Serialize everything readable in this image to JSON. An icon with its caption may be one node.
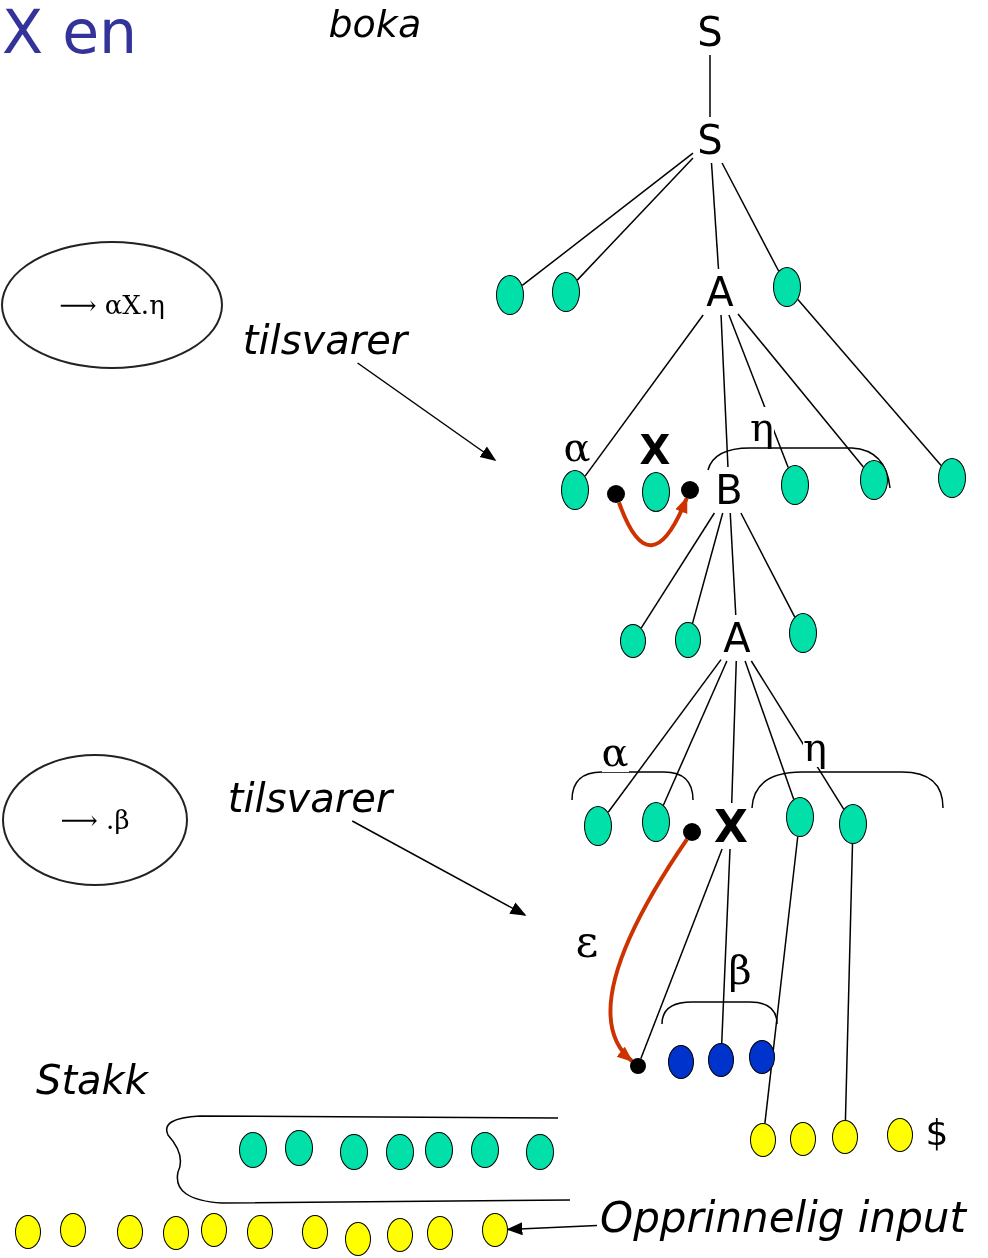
{
  "diagram": {
    "title": "X en",
    "nodes": [
      {
        "text": [
          "S"
        ]
      },
      {
        "text": [
          "S"
        ]
      },
      {
        "text": [],
        "shape": "ellipse"
      },
      {
        "text": [],
        "shape": "ellipse"
      },
      {
        "text": [
          "A"
        ]
      },
      {
        "text": [],
        "shape": "ellipse"
      },
      {
        "text": [
          "⟶ αX.η"
        ]
      },
      {
        "text": [
          "tilsvarer"
        ]
      },
      {
        "text": [],
        "shape": "ellipse"
      },
      {
        "text": [],
        "shape": "circle"
      },
      {
        "text": [],
        "shape": "ellipse"
      },
      {
        "text": [],
        "shape": "circle"
      },
      {
        "text": [
          "B"
        ]
      },
      {
        "text": [],
        "shape": "ellipse"
      },
      {
        "text": [],
        "shape": "ellipse"
      },
      {
        "text": [],
        "shape": "ellipse"
      },
      {
        "text": [],
        "shape": "ellipse"
      },
      {
        "text": [],
        "shape": "ellipse"
      },
      {
        "text": [
          "A"
        ]
      },
      {
        "text": [],
        "shape": "ellipse"
      },
      {
        "text": [
          "⟶ .β"
        ]
      },
      {
        "text": [
          "tilsvarer"
        ]
      },
      {
        "text": [],
        "shape": "ellipse"
      },
      {
        "text": [],
        "shape": "ellipse"
      },
      {
        "text": [],
        "shape": "circle"
      },
      {
        "text": [
          "X"
        ]
      },
      {
        "text": [],
        "shape": "ellipse"
      },
      {
        "text": [],
        "shape": "ellipse"
      },
      {
        "text": [],
        "shape": "circle"
      },
      {
        "text": [],
        "shape": "ellipse"
      },
      {
        "text": [],
        "shape": "ellipse"
      },
      {
        "text": [],
        "shape": "ellipse"
      },
      {
        "text": [],
        "shape": "ellipse"
      },
      {
        "text": [],
        "shape": "ellipse"
      },
      {
        "text": [],
        "shape": "ellipse"
      },
      {
        "text": [],
        "shape": "ellipse"
      },
      {
        "text": [],
        "shape": "ellipse"
      },
      {
        "text": [],
        "shape": "ellipse"
      },
      {
        "text": [],
        "shape": "ellipse"
      },
      {
        "text": [],
        "shape": "ellipse"
      },
      {
        "text": [],
        "shape": "ellipse"
      },
      {
        "text": [],
        "shape": "ellipse"
      },
      {
        "text": [],
        "shape": "ellipse"
      },
      {
        "text": [
          "Opprinnelig input"
        ]
      },
      {
        "text": [],
        "shape": "ellipse"
      },
      {
        "text": [],
        "shape": "ellipse"
      },
      {
        "text": [],
        "shape": "ellipse"
      },
      {
        "text": [],
        "shape": "ellipse"
      },
      {
        "text": [],
        "shape": "ellipse"
      },
      {
        "text": [],
        "shape": "ellipse"
      },
      {
        "text": [],
        "shape": "ellipse"
      },
      {
        "text": [],
        "shape": "ellipse"
      },
      {
        "text": [],
        "shape": "ellipse"
      },
      {
        "text": [],
        "shape": "ellipse"
      },
      {
        "text": [],
        "shape": "ellipse"
      }
    ],
    "edges": [
      {
        "from": 0,
        "to": 1,
        "arrow": "none"
      },
      {
        "from": 1,
        "to": 2,
        "arrow": "none"
      },
      {
        "from": 1,
        "to": 3,
        "arrow": "none"
      },
      {
        "from": 1,
        "to": 4,
        "arrow": "none"
      },
      {
        "from": 1,
        "to": 5,
        "arrow": "none"
      },
      {
        "from": 4,
        "to": 8,
        "arrow": "none"
      },
      {
        "from": 4,
        "to": 12,
        "arrow": "none"
      },
      {
        "from": 4,
        "to": 13,
        "arrow": "none"
      },
      {
        "from": 4,
        "to": 14,
        "arrow": "none"
      },
      {
        "from": 5,
        "to": 15,
        "arrow": "none"
      },
      {
        "from": 7,
        "to": null,
        "arrow": "to"
      },
      {
        "from": 9,
        "to": 11,
        "arrow": "to",
        "style": "thick",
        "color": "#cc3300"
      },
      {
        "from": 12,
        "to": 16,
        "arrow": "none"
      },
      {
        "from": 12,
        "to": 17,
        "arrow": "none"
      },
      {
        "from": 12,
        "to": 18,
        "arrow": "none"
      },
      {
        "from": 12,
        "to": 19,
        "arrow": "none"
      },
      {
        "from": 18,
        "to": 22,
        "arrow": "none"
      },
      {
        "from": 18,
        "to": 23,
        "arrow": "none"
      },
      {
        "from": 18,
        "to": 25,
        "arrow": "none"
      },
      {
        "from": 18,
        "to": 26,
        "arrow": "none"
      },
      {
        "from": 18,
        "to": 27,
        "arrow": "none"
      },
      {
        "from": 21,
        "to": null,
        "arrow": "to"
      },
      {
        "from": 24,
        "to": 28,
        "arrow": "to",
        "label": "ε",
        "style": "thick",
        "color": "#cc3300"
      },
      {
        "from": 25,
        "to": 28,
        "arrow": "none"
      },
      {
        "from": 25,
        "to": 30,
        "arrow": "none"
      },
      {
        "from": 26,
        "to": 39,
        "arrow": "none"
      },
      {
        "from": 27,
        "to": 41,
        "arrow": "none"
      },
      {
        "from": 43,
        "to": 54,
        "arrow": "to"
      }
    ],
    "labels": [
      "boka",
      "α",
      "X",
      "η",
      "α",
      "η",
      "β",
      "Stakk",
      "$"
    ]
  }
}
